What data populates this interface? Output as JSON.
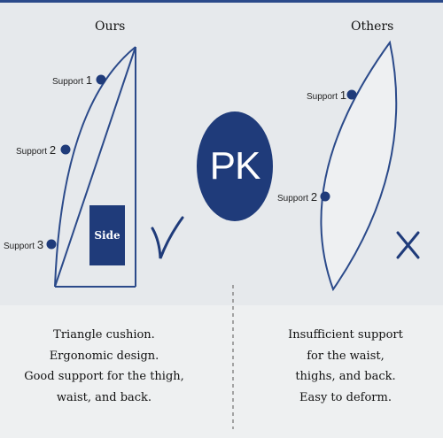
{
  "ours": {
    "heading": "Ours",
    "supports": [
      {
        "label": "Support",
        "num": "1"
      },
      {
        "label": "Support",
        "num": "2"
      },
      {
        "label": "Support",
        "num": "3"
      }
    ],
    "side_label": "Side",
    "mark": "check-icon",
    "caption_lines": [
      "Triangle cushion.",
      "Ergonomic design.",
      "Good support for the thigh,",
      "waist, and back."
    ]
  },
  "others": {
    "heading": "Others",
    "supports": [
      {
        "label": "Support",
        "num": "1"
      },
      {
        "label": "Support",
        "num": "2"
      }
    ],
    "mark": "cross-icon",
    "caption_lines": [
      "Insufficient support",
      "for the waist,",
      "thighs, and back.",
      "Easy to deform."
    ]
  },
  "center_badge": "PK",
  "colors": {
    "navy": "#1f3b7a",
    "outline": "#2b4a8a"
  }
}
